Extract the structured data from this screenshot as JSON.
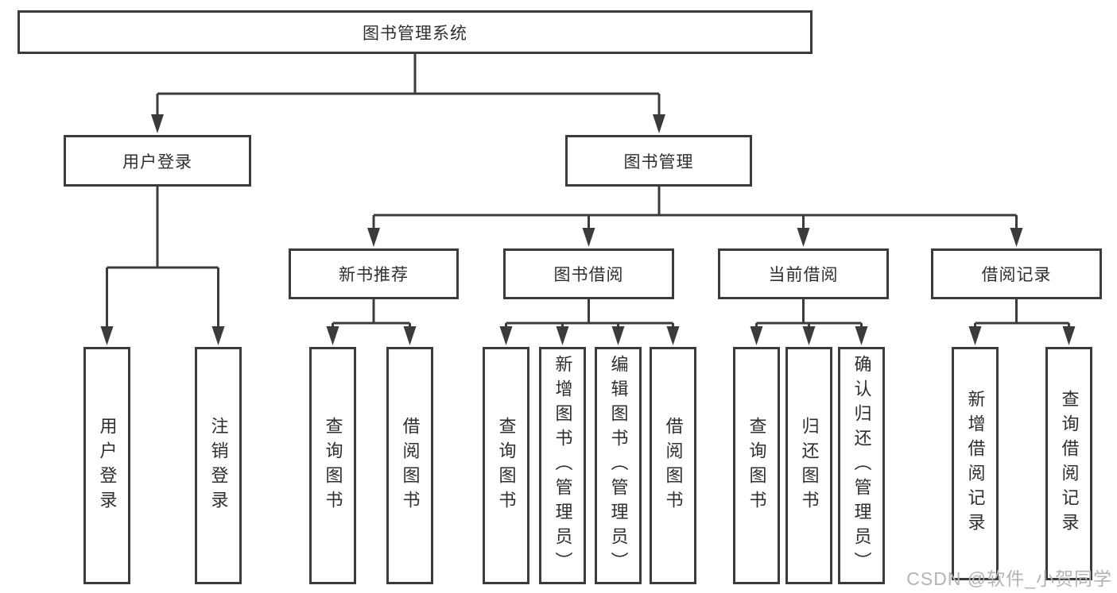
{
  "diagram": {
    "type": "hierarchy-tree",
    "title": "图书管理系统",
    "colors": {
      "line": "#3b3b3b",
      "box_border": "#3b3b3b",
      "text": "#2e2e2e",
      "background": "#ffffff",
      "watermark": "#b3b3b3"
    },
    "watermark": "CSDN @软件_小贺同学",
    "tree": {
      "root": {
        "label": "图书管理系统"
      },
      "level2": [
        {
          "label": "用户登录",
          "parent": "图书管理系统"
        },
        {
          "label": "图书管理",
          "parent": "图书管理系统"
        }
      ],
      "level3": [
        {
          "label": "新书推荐",
          "parent": "图书管理"
        },
        {
          "label": "图书借阅",
          "parent": "图书管理"
        },
        {
          "label": "当前借阅",
          "parent": "图书管理"
        },
        {
          "label": "借阅记录",
          "parent": "图书管理"
        }
      ],
      "leaves": [
        {
          "label": "用户登录",
          "parent": "用户登录"
        },
        {
          "label": "注销登录",
          "parent": "用户登录"
        },
        {
          "label": "查询图书",
          "parent": "新书推荐"
        },
        {
          "label": "借阅图书",
          "parent": "新书推荐"
        },
        {
          "label": "查询图书",
          "parent": "图书借阅"
        },
        {
          "label": "新增图书（管理员）",
          "parent": "图书借阅"
        },
        {
          "label": "编辑图书（管理员）",
          "parent": "图书借阅"
        },
        {
          "label": "借阅图书",
          "parent": "图书借阅"
        },
        {
          "label": "查询图书",
          "parent": "当前借阅"
        },
        {
          "label": "归还图书",
          "parent": "当前借阅"
        },
        {
          "label": "确认归还（管理员）",
          "parent": "当前借阅"
        },
        {
          "label": "新增借阅记录",
          "parent": "借阅记录"
        },
        {
          "label": "查询借阅记录",
          "parent": "借阅记录"
        }
      ]
    }
  }
}
